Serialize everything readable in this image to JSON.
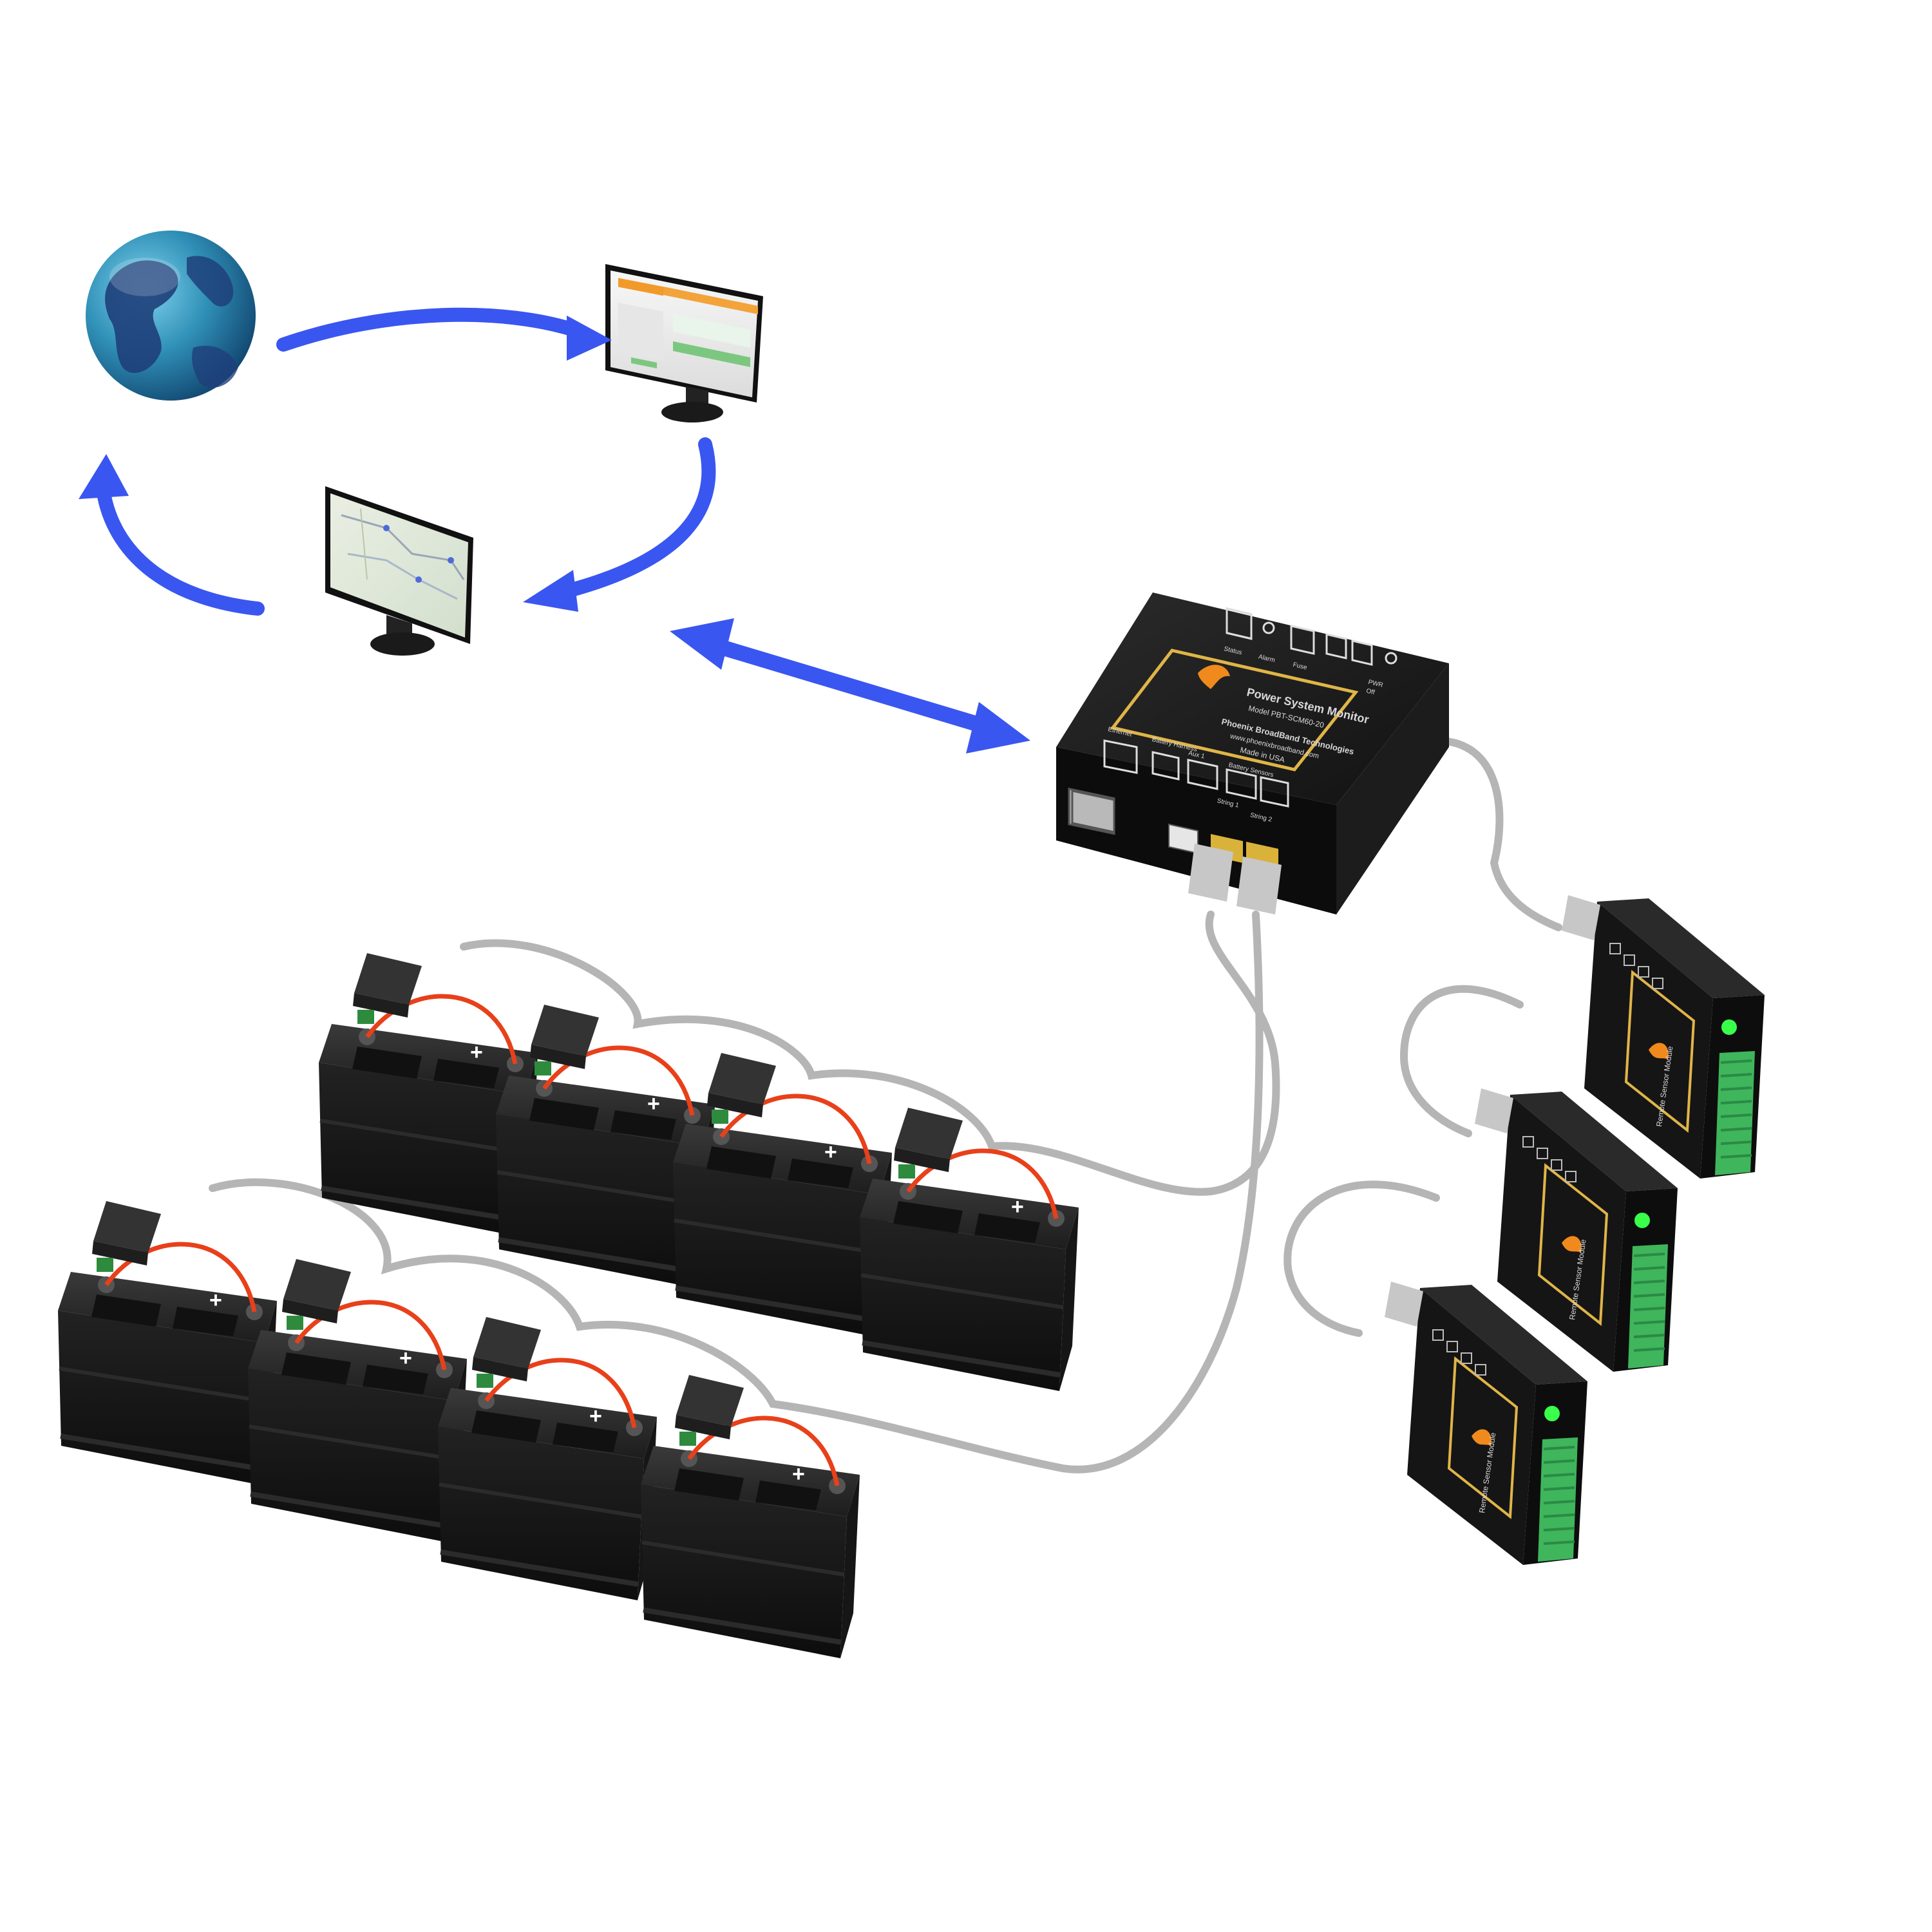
{
  "colors": {
    "arrow": "#3a56f0",
    "cable": "#b5b5b5",
    "battery": "#1b1b1b",
    "jumper": "#e8401a",
    "device": "#151515",
    "bezel": "#e0b548",
    "led": "#39ff4a",
    "terminal": "#3fb55c",
    "globe_ocean": "#2f8fb6",
    "globe_land": "#1f3f7a"
  },
  "icons": {
    "globe": "globe-icon",
    "monitor_dashboard": "monitor-dashboard-icon",
    "monitor_map": "monitor-map-icon"
  },
  "monitor": {
    "title": "Power System Monitor",
    "model": "Model PBT-SCM60-20",
    "maker": "Phoenix BroadBand Technologies",
    "url": "www.phoenixbroadband.com",
    "origin": "Made in USA",
    "labels": {
      "top_left": "Status",
      "top_mid1": "Alarm",
      "top_mid2": "Fuse",
      "top_right": "PWR",
      "top_right2": "Off",
      "ethernet": "Ethernet",
      "battery_harness": "Battery Harness",
      "aux": "Aux 1",
      "battery_sensors": "Battery Sensors",
      "string1": "String 1",
      "string2": "String 2"
    }
  },
  "remote_module": {
    "title": "Remote Sensor Module"
  },
  "batteries": {
    "plus": "+",
    "count": 8
  }
}
